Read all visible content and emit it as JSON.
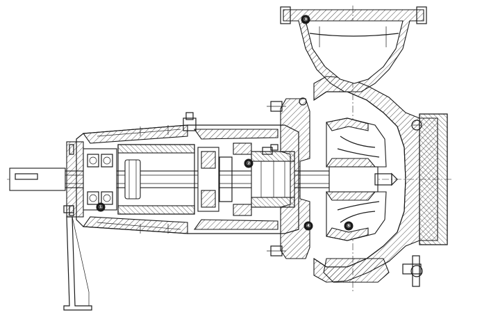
{
  "diagram": {
    "type": "technical-section-drawing",
    "callouts": [
      {
        "label": "①"
      },
      {
        "label": "②"
      },
      {
        "label": "③"
      },
      {
        "label": "④"
      },
      {
        "label": "⑤"
      }
    ]
  }
}
